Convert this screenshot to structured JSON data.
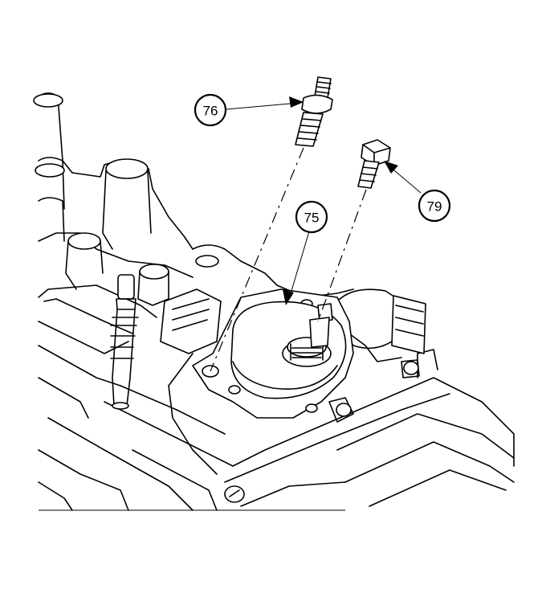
{
  "callouts": [
    {
      "id": "76",
      "label": "76"
    },
    {
      "id": "75",
      "label": "75"
    },
    {
      "id": "79",
      "label": "79"
    }
  ]
}
